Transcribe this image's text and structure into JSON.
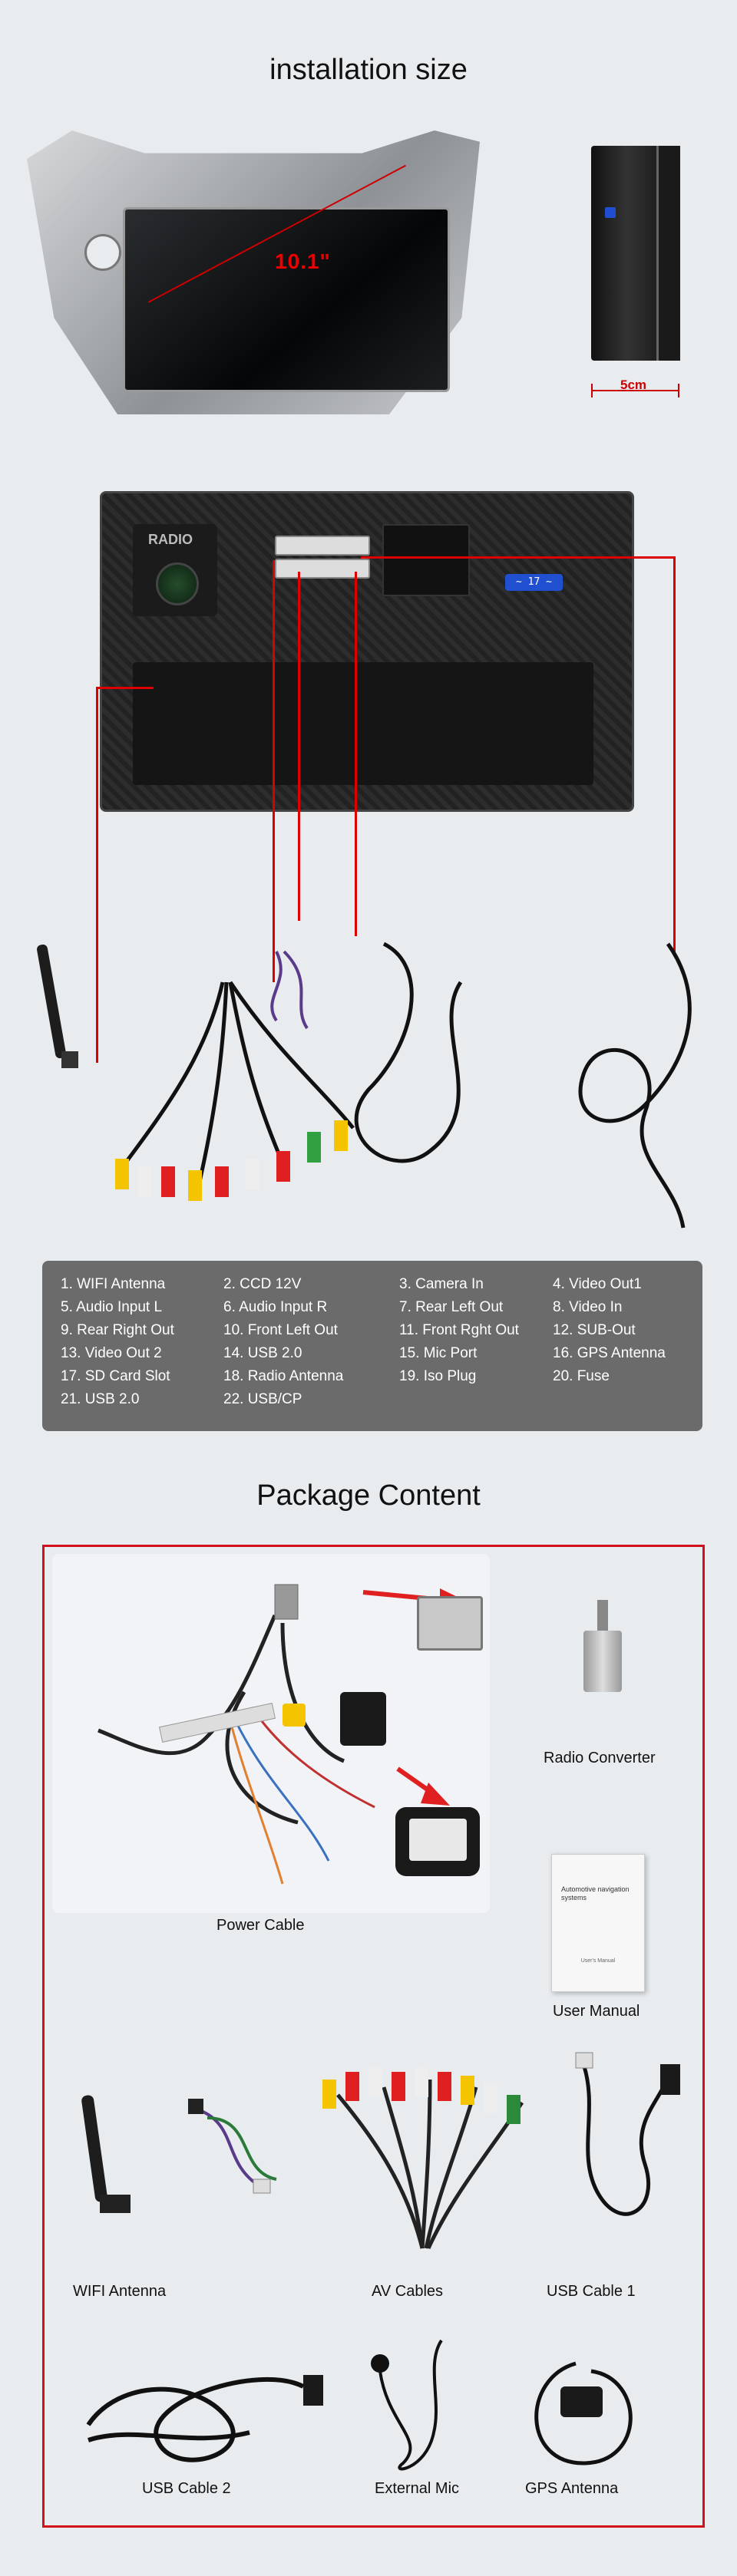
{
  "headings": {
    "installation": "installation size",
    "package": "Package Content"
  },
  "front_view": {
    "screen_size": "10.1\""
  },
  "side_view": {
    "depth": "5cm"
  },
  "back_panel": {
    "radio_label": "RADIO",
    "switch_text": "~ 17 ~"
  },
  "connectors": [
    "1. WIFI Antenna",
    "2. CCD 12V",
    "3. Camera In",
    "4. Video Out1",
    "5. Audio Input L",
    "6. Audio Input R",
    "7. Rear Left Out",
    "8. Video In",
    "9. Rear Right Out",
    "10. Front Left Out",
    "11. Front Rght Out",
    "12. SUB-Out",
    "13. Video Out 2",
    "14. USB 2.0",
    "15. Mic  Port",
    "16. GPS Antenna",
    "17. SD Card Slot",
    "18. Radio Antenna",
    "19. Iso Plug",
    "20. Fuse",
    "21. USB 2.0",
    "22. USB/CP"
  ],
  "package_items": {
    "radio_converter": "Radio Converter",
    "power_cable": "Power Cable",
    "user_manual": "User Manual",
    "wifi_antenna": "WIFI Antenna",
    "av_cables": "AV Cables",
    "usb_cable_1": "USB Cable 1",
    "usb_cable_2": "USB Cable 2",
    "external_mic": "External Mic",
    "gps_antenna": "GPS Antenna"
  },
  "manual_cover": {
    "title": "Automotive navigation systems",
    "subtitle": "User's Manual"
  },
  "colors": {
    "accent_red": "#d0101a",
    "legend_bg": "#6b6b6b",
    "page_bg": "#e9ecef"
  }
}
